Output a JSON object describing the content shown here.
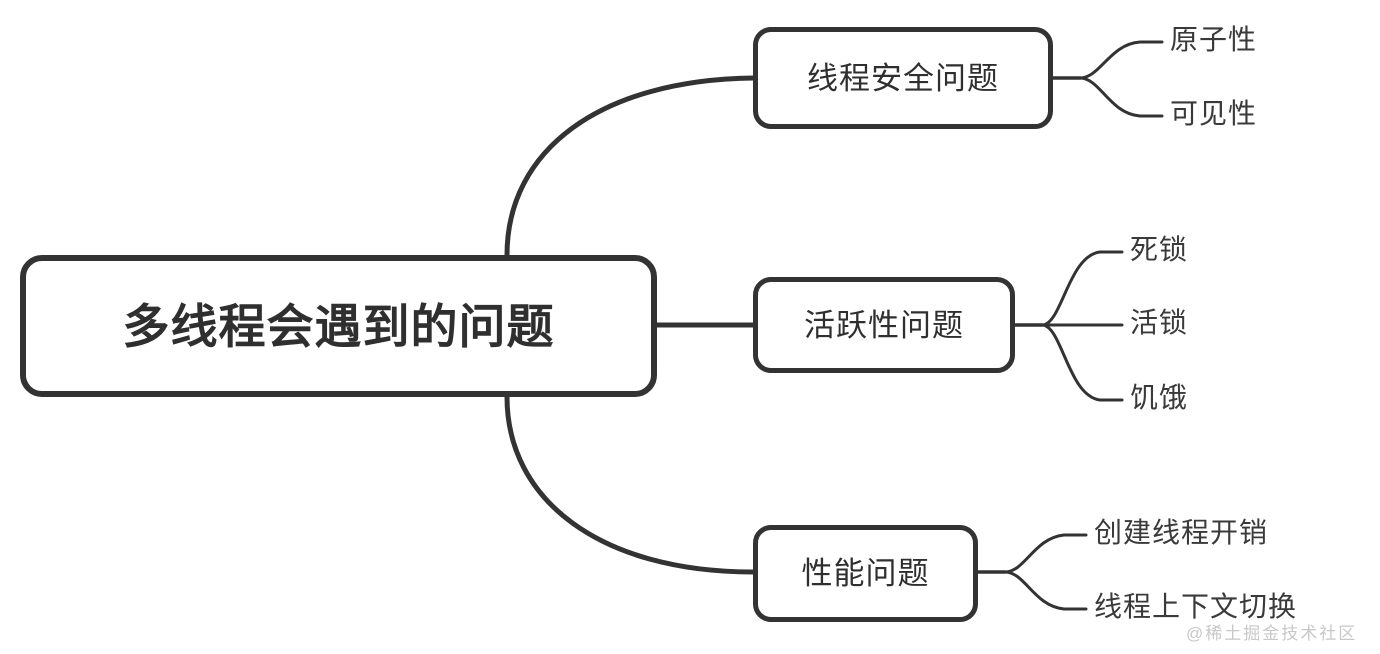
{
  "diagram": {
    "type": "mindmap",
    "title": "多线程会遇到的问题",
    "root": {
      "label": "多线程会遇到的问题"
    },
    "branches": [
      {
        "label": "线程安全问题",
        "leaves": [
          {
            "label": "原子性"
          },
          {
            "label": "可见性"
          }
        ]
      },
      {
        "label": "活跃性问题",
        "leaves": [
          {
            "label": "死锁"
          },
          {
            "label": "活锁"
          },
          {
            "label": "饥饿"
          }
        ]
      },
      {
        "label": "性能问题",
        "leaves": [
          {
            "label": "创建线程开销"
          },
          {
            "label": "线程上下文切换"
          }
        ]
      }
    ]
  },
  "watermark": {
    "text": "@稀土掘金技术社区"
  },
  "colors": {
    "stroke": "#333333",
    "text": "#2f2f2f",
    "leaf_text": "#3a3a3a",
    "background": "#ffffff",
    "watermark": "#c8c8c8"
  }
}
